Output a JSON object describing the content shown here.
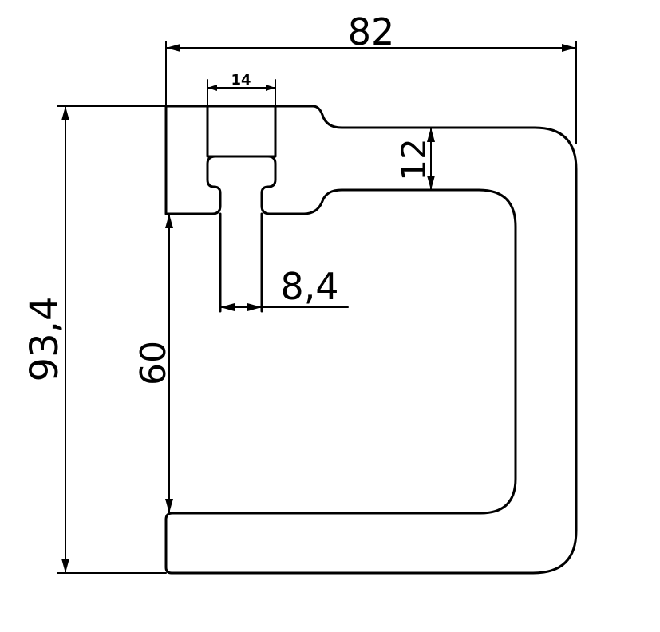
{
  "dimensions": {
    "total_width": "82",
    "total_height": "93,4",
    "inner_height": "60",
    "flange_thickness": "12",
    "head_width": "14",
    "stem_width": "8,4"
  }
}
